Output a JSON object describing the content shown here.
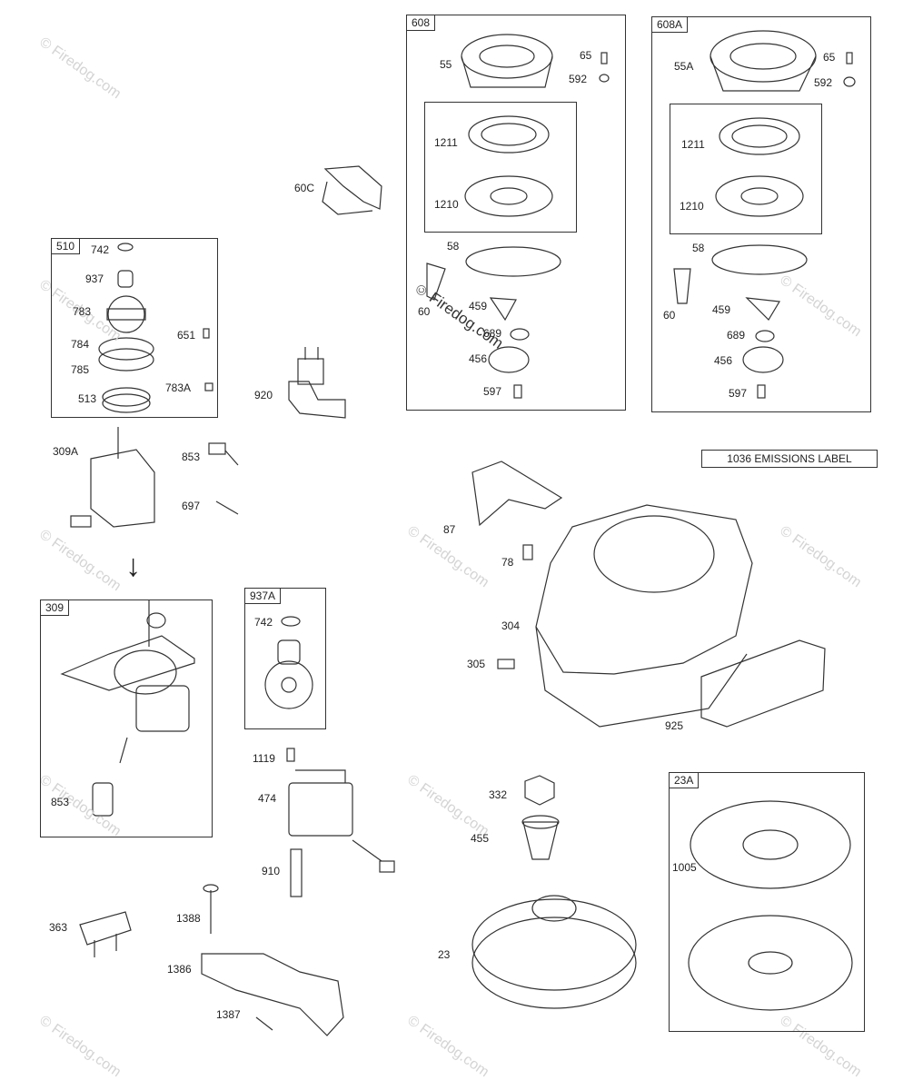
{
  "boxes": {
    "b608": "608",
    "b608A": "608A",
    "b510": "510",
    "b309": "309",
    "b937A": "937A",
    "b23A": "23A"
  },
  "emissions_label": "1036 EMISSIONS LABEL",
  "arrow_glyph": "↓",
  "watermark_copyright": "©",
  "watermark_text": "Firedog.com",
  "watermark_dark": "Firedog.com",
  "parts": {
    "p60C": "60C",
    "p742a": "742",
    "p937": "937",
    "p783": "783",
    "p784": "784",
    "p785": "785",
    "p651": "651",
    "p513": "513",
    "p783A": "783A",
    "p920": "920",
    "p309A": "309A",
    "p853a": "853",
    "p697": "697",
    "p742b": "742",
    "p853b": "853",
    "p1119": "1119",
    "p474": "474",
    "p910": "910",
    "p363": "363",
    "p1388": "1388",
    "p1386": "1386",
    "p1387": "1387",
    "p55": "55",
    "p65a": "65",
    "p592a": "592",
    "p1211a": "1211",
    "p1210a": "1210",
    "p58a": "58",
    "p60a": "60",
    "p459a": "459",
    "p689a": "689",
    "p456a": "456",
    "p597a": "597",
    "p55A": "55A",
    "p65b": "65",
    "p592b": "592",
    "p1211b": "1211",
    "p1210b": "1210",
    "p58b": "58",
    "p60b": "60",
    "p459b": "459",
    "p689b": "689",
    "p456b": "456",
    "p597b": "597",
    "p87": "87",
    "p78": "78",
    "p304": "304",
    "p305": "305",
    "p925": "925",
    "p332": "332",
    "p455": "455",
    "p23": "23",
    "p1005": "1005"
  }
}
